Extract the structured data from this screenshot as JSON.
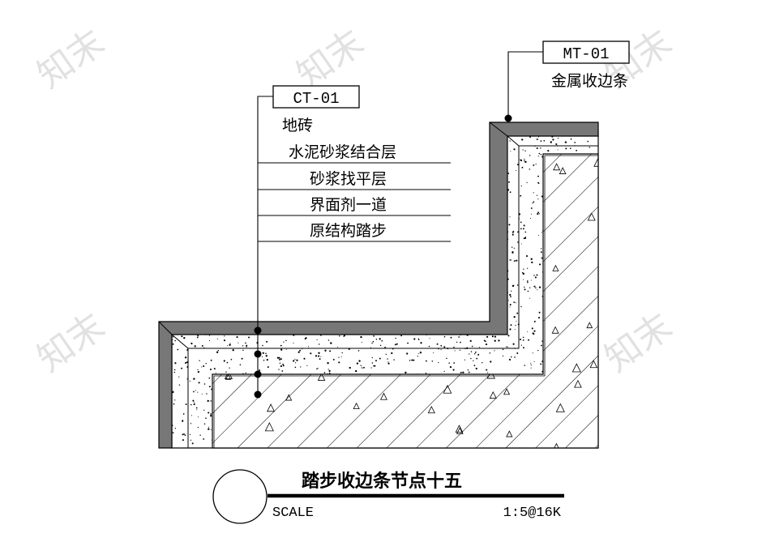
{
  "callout_left": {
    "tag": "CT-01",
    "title": "地砖",
    "layers": [
      "水泥砂浆结合层",
      "砂浆找平层",
      "界面剂一道",
      "原结构踏步"
    ]
  },
  "callout_right": {
    "tag": "MT-01",
    "title": "金属收边条"
  },
  "title_block": {
    "title": "踏步收边条节点十五",
    "scale_label": "SCALE",
    "scale_value": "1:5@16K"
  },
  "watermark": "知末"
}
